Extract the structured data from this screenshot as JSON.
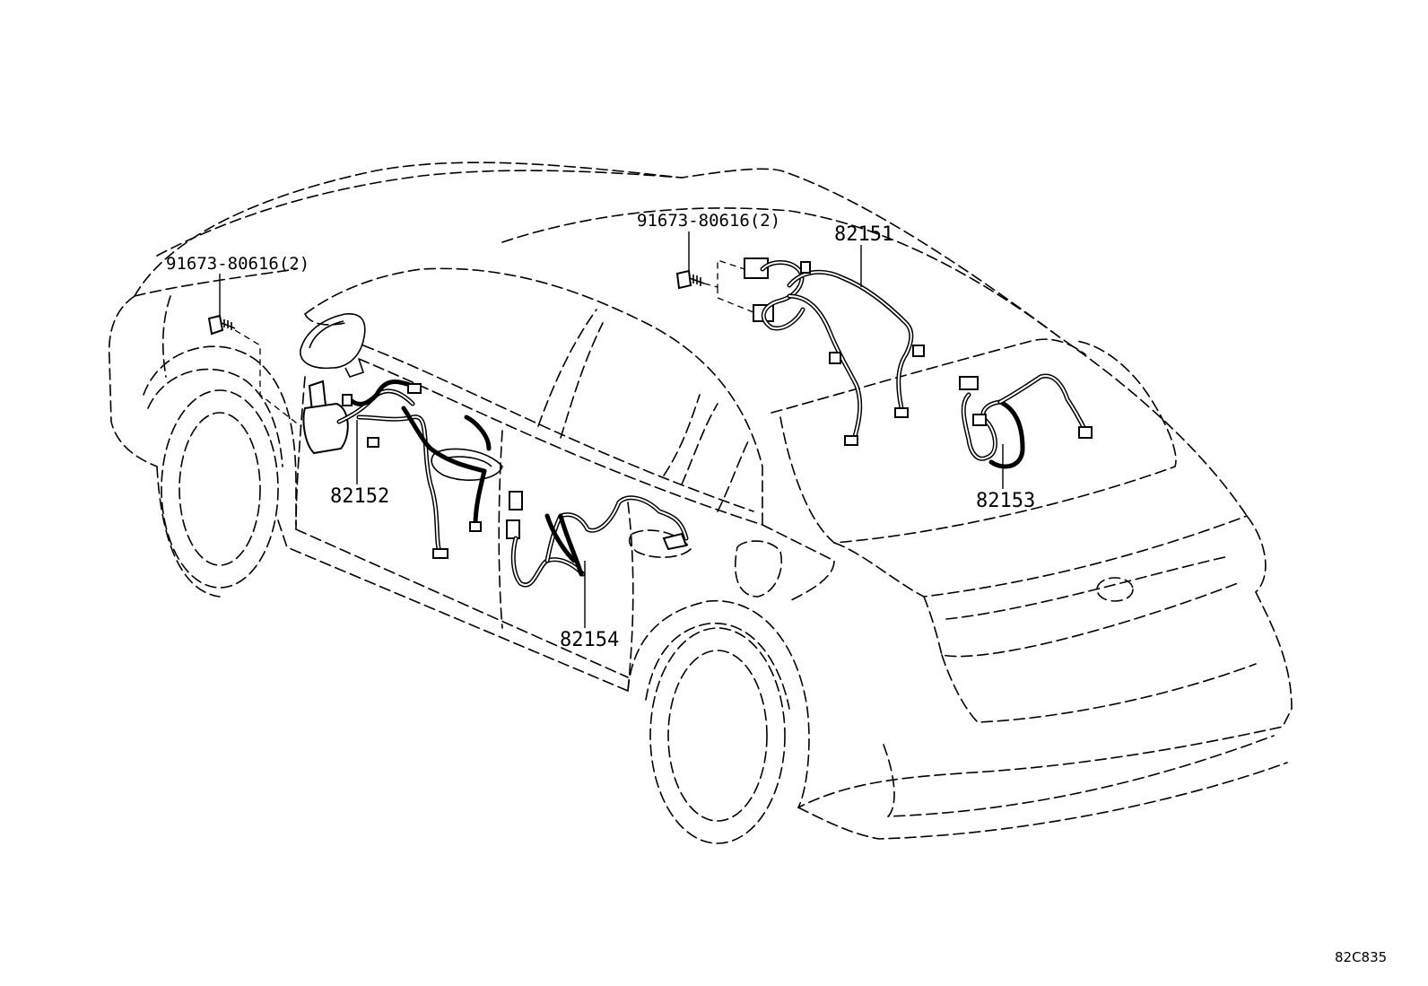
{
  "labels": {
    "bolt_left": "91673-80616(2)",
    "bolt_right": "91673-80616(2)",
    "part_82151": "82151",
    "part_82152": "82152",
    "part_82153": "82153",
    "part_82154": "82154"
  },
  "diagram_code": "82C835",
  "colors": {
    "line": "#000000",
    "background": "#ffffff"
  }
}
